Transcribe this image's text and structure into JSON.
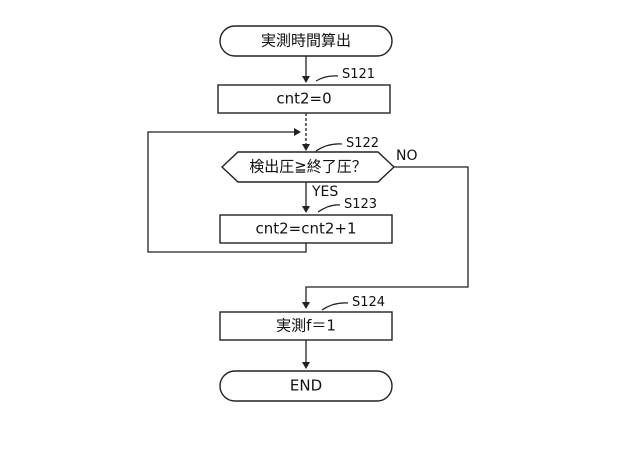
{
  "flowchart": {
    "start": {
      "label": "実測時間算出"
    },
    "steps": [
      {
        "id": "S121",
        "label": "cnt2=0"
      },
      {
        "id": "S122",
        "label": "検出圧≧終了圧？",
        "yes": "YES",
        "no": "NO"
      },
      {
        "id": "S123",
        "label": "cnt2=cnt2+1"
      },
      {
        "id": "S124",
        "label": "実測f＝1"
      }
    ],
    "end": {
      "label": "END"
    }
  },
  "colors": {
    "stroke": "#222222",
    "background": "#ffffff"
  }
}
